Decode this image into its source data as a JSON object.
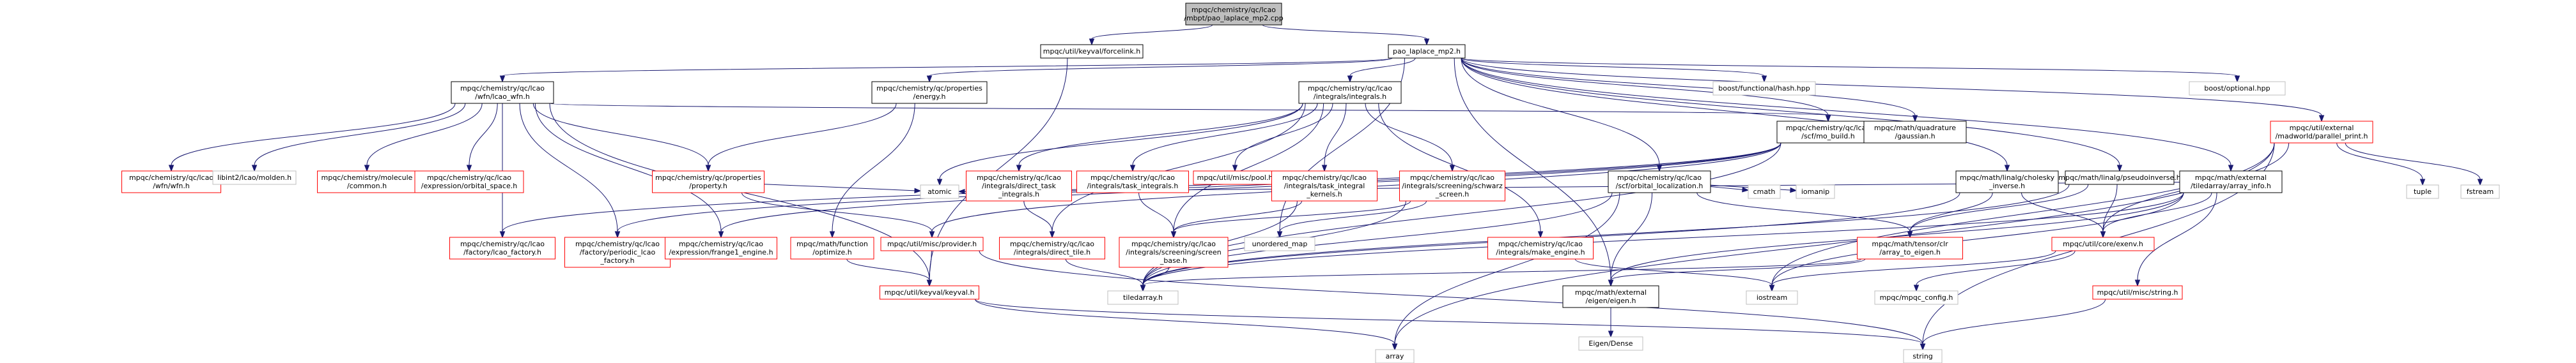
{
  "diagram": {
    "type": "include-dependency-graph",
    "colors": {
      "edge": "#191970",
      "normal_border": "#000000",
      "missing_border": "#ff0000",
      "external_border": "#bfbfbf",
      "external_text": "#404040",
      "root_fill": "#bfbfbf"
    },
    "nodes": [
      {
        "id": "root",
        "kind": "root",
        "lines": [
          "mpqc/chemistry/qc/lcao",
          "/mbpt/pao_laplace_mp2.cpp"
        ]
      },
      {
        "id": "forcelink",
        "kind": "normal",
        "lines": [
          "mpqc/util/keyval/forcelink.h"
        ]
      },
      {
        "id": "pao_h",
        "kind": "normal",
        "lines": [
          "pao_laplace_mp2.h"
        ]
      },
      {
        "id": "wfn_wfn",
        "kind": "normal",
        "lines": [
          "mpqc/chemistry/qc/lcao",
          "/wfn/lcao_wfn.h"
        ]
      },
      {
        "id": "prop_energy",
        "kind": "normal",
        "lines": [
          "mpqc/chemistry/qc/properties",
          "/energy.h"
        ]
      },
      {
        "id": "integrals",
        "kind": "normal",
        "lines": [
          "mpqc/chemistry/qc/lcao",
          "/integrals/integrals.h"
        ]
      },
      {
        "id": "scf_mo_build",
        "kind": "normal",
        "lines": [
          "mpqc/chemistry/qc/lcao",
          "/scf/mo_build.h"
        ]
      },
      {
        "id": "orbital_loc",
        "kind": "normal",
        "lines": [
          "mpqc/chemistry/qc/lcao",
          "/scf/orbital_localization.h"
        ]
      },
      {
        "id": "quadrature",
        "kind": "normal",
        "lines": [
          "mpqc/math/quadrature",
          "/gaussian.h"
        ]
      },
      {
        "id": "boost_hash",
        "kind": "external",
        "lines": [
          "boost/functional/hash.hpp"
        ]
      },
      {
        "id": "boost_optional",
        "kind": "external",
        "lines": [
          "boost/optional.hpp"
        ]
      },
      {
        "id": "cholesky",
        "kind": "normal",
        "lines": [
          "mpqc/math/linalg/cholesky",
          "_inverse.h"
        ]
      },
      {
        "id": "pseudoinverse",
        "kind": "normal",
        "lines": [
          "mpqc/math/linalg/pseudoinverse.h"
        ]
      },
      {
        "id": "array_info",
        "kind": "normal",
        "lines": [
          "mpqc/math/external",
          "/tiledarray/array_info.h"
        ]
      },
      {
        "id": "parallel_print",
        "kind": "missing",
        "lines": [
          "mpqc/util/external",
          "/madworld/parallel_print.h"
        ]
      },
      {
        "id": "wfn_wfn_h",
        "kind": "missing",
        "lines": [
          "mpqc/chemistry/qc/lcao",
          "/wfn/wfn.h"
        ]
      },
      {
        "id": "libint_molden",
        "kind": "external",
        "lines": [
          "libint2/lcao/molden.h"
        ]
      },
      {
        "id": "molecule_common",
        "kind": "missing",
        "lines": [
          "mpqc/chemistry/molecule",
          "/common.h"
        ]
      },
      {
        "id": "orbital_space",
        "kind": "missing",
        "lines": [
          "mpqc/chemistry/qc/lcao",
          "/expression/orbital_space.h"
        ]
      },
      {
        "id": "prop_property",
        "kind": "missing",
        "lines": [
          "mpqc/chemistry/qc/properties",
          "/property.h"
        ]
      },
      {
        "id": "math_function_opt",
        "kind": "missing",
        "lines": [
          "mpqc/math/function",
          "/optimize.h"
        ]
      },
      {
        "id": "direct_task",
        "kind": "missing",
        "lines": [
          "mpqc/chemistry/qc/lcao",
          "/integrals/direct_task",
          "_integrals.h"
        ]
      },
      {
        "id": "task_integrals",
        "kind": "missing",
        "lines": [
          "mpqc/chemistry/qc/lcao",
          "/integrals/task_integrals.h"
        ]
      },
      {
        "id": "pool",
        "kind": "missing",
        "lines": [
          "mpqc/util/misc/pool.h"
        ]
      },
      {
        "id": "task_integral_kernels",
        "kind": "missing",
        "lines": [
          "mpqc/chemistry/qc/lcao",
          "/integrals/task_integral",
          "_kernels.h"
        ]
      },
      {
        "id": "schwarz",
        "kind": "missing",
        "lines": [
          "mpqc/chemistry/qc/lcao",
          "/integrals/screening/schwarz",
          "_screen.h"
        ]
      },
      {
        "id": "make_engine",
        "kind": "missing",
        "lines": [
          "mpqc/chemistry/qc/lcao",
          "/integrals/make_engine.h"
        ]
      },
      {
        "id": "cmath",
        "kind": "external",
        "lines": [
          "cmath"
        ]
      },
      {
        "id": "iomanip",
        "kind": "external",
        "lines": [
          "iomanip"
        ]
      },
      {
        "id": "eigen_conv",
        "kind": "missing",
        "lines": [
          "mpqc/math/tensor/clr",
          "/array_to_eigen.h"
        ]
      },
      {
        "id": "core_exenv",
        "kind": "missing",
        "lines": [
          "mpqc/util/core/exenv.h"
        ]
      },
      {
        "id": "tuple",
        "kind": "external",
        "lines": [
          "tuple"
        ]
      },
      {
        "id": "fstream",
        "kind": "external",
        "lines": [
          "fstream"
        ]
      },
      {
        "id": "wfn_factory",
        "kind": "missing",
        "lines": [
          "mpqc/chemistry/qc/lcao",
          "/factory/lcao_factory.h"
        ]
      },
      {
        "id": "periodic_factory",
        "kind": "missing",
        "lines": [
          "mpqc/chemistry/qc/lcao",
          "/factory/periodic_lcao",
          "_factory.h"
        ]
      },
      {
        "id": "frange_engine",
        "kind": "missing",
        "lines": [
          "mpqc/chemistry/qc/lcao",
          "/expression/frange1_engine.h"
        ]
      },
      {
        "id": "misc_provider",
        "kind": "missing",
        "lines": [
          "mpqc/util/misc/provider.h"
        ]
      },
      {
        "id": "atomic",
        "kind": "external",
        "lines": [
          "atomic"
        ]
      },
      {
        "id": "direct_tile",
        "kind": "missing",
        "lines": [
          "mpqc/chemistry/qc/lcao",
          "/integrals/direct_tile.h"
        ]
      },
      {
        "id": "screen_base",
        "kind": "missing",
        "lines": [
          "mpqc/chemistry/qc/lcao",
          "/integrals/screening/screen",
          "_base.h"
        ]
      },
      {
        "id": "unordered_map",
        "kind": "external",
        "lines": [
          "unordered_map"
        ]
      },
      {
        "id": "keyval",
        "kind": "missing",
        "lines": [
          "mpqc/util/keyval/keyval.h"
        ]
      },
      {
        "id": "tiledarray",
        "kind": "external",
        "lines": [
          "tiledarray.h"
        ]
      },
      {
        "id": "eigen_h",
        "kind": "normal",
        "lines": [
          "mpqc/math/external",
          "/eigen/eigen.h"
        ]
      },
      {
        "id": "iostream",
        "kind": "external",
        "lines": [
          "iostream"
        ]
      },
      {
        "id": "mpqc_config",
        "kind": "external",
        "lines": [
          "mpqc/mpqc_config.h"
        ]
      },
      {
        "id": "misc_string",
        "kind": "missing",
        "lines": [
          "mpqc/util/misc/string.h"
        ]
      },
      {
        "id": "array",
        "kind": "external",
        "lines": [
          "array"
        ]
      },
      {
        "id": "eigen_dense",
        "kind": "external",
        "lines": [
          "Eigen/Dense"
        ]
      },
      {
        "id": "string",
        "kind": "external",
        "lines": [
          "string"
        ]
      }
    ],
    "edges": [
      [
        "root",
        "forcelink"
      ],
      [
        "root",
        "pao_h"
      ],
      [
        "forcelink",
        "keyval"
      ],
      [
        "pao_h",
        "wfn_wfn"
      ],
      [
        "pao_h",
        "prop_energy"
      ],
      [
        "pao_h",
        "integrals"
      ],
      [
        "pao_h",
        "scf_mo_build"
      ],
      [
        "pao_h",
        "orbital_loc"
      ],
      [
        "pao_h",
        "quadrature"
      ],
      [
        "pao_h",
        "boost_hash"
      ],
      [
        "pao_h",
        "boost_optional"
      ],
      [
        "pao_h",
        "cholesky"
      ],
      [
        "pao_h",
        "pseudoinverse"
      ],
      [
        "pao_h",
        "array_info"
      ],
      [
        "pao_h",
        "parallel_print"
      ],
      [
        "pao_h",
        "eigen_h"
      ],
      [
        "pao_h",
        "unordered_map"
      ],
      [
        "wfn_wfn",
        "wfn_wfn_h"
      ],
      [
        "wfn_wfn",
        "libint_molden"
      ],
      [
        "wfn_wfn",
        "molecule_common"
      ],
      [
        "wfn_wfn",
        "orbital_space"
      ],
      [
        "wfn_wfn",
        "scf_mo_build"
      ],
      [
        "wfn_wfn",
        "prop_property"
      ],
      [
        "wfn_wfn",
        "wfn_factory"
      ],
      [
        "wfn_wfn",
        "periodic_factory"
      ],
      [
        "wfn_wfn",
        "frange_engine"
      ],
      [
        "wfn_wfn",
        "keyval"
      ],
      [
        "prop_energy",
        "prop_property"
      ],
      [
        "prop_energy",
        "math_function_opt"
      ],
      [
        "prop_property",
        "misc_provider"
      ],
      [
        "prop_property",
        "atomic"
      ],
      [
        "math_function_opt",
        "keyval"
      ],
      [
        "integrals",
        "direct_task"
      ],
      [
        "integrals",
        "task_integrals"
      ],
      [
        "integrals",
        "pool"
      ],
      [
        "integrals",
        "task_integral_kernels"
      ],
      [
        "integrals",
        "schwarz"
      ],
      [
        "integrals",
        "make_engine"
      ],
      [
        "integrals",
        "direct_tile"
      ],
      [
        "integrals",
        "screen_base"
      ],
      [
        "integrals",
        "atomic"
      ],
      [
        "direct_task",
        "direct_tile"
      ],
      [
        "task_integrals",
        "screen_base"
      ],
      [
        "task_integral_kernels",
        "screen_base"
      ],
      [
        "task_integral_kernels",
        "tiledarray"
      ],
      [
        "schwarz",
        "screen_base"
      ],
      [
        "schwarz",
        "unordered_map"
      ],
      [
        "schwarz",
        "tiledarray"
      ],
      [
        "make_engine",
        "iostream"
      ],
      [
        "scf_mo_build",
        "wfn_factory"
      ],
      [
        "scf_mo_build",
        "periodic_factory"
      ],
      [
        "scf_mo_build",
        "frange_engine"
      ],
      [
        "scf_mo_build",
        "misc_provider"
      ],
      [
        "scf_mo_build",
        "tiledarray"
      ],
      [
        "misc_provider",
        "keyval"
      ],
      [
        "misc_provider",
        "string"
      ],
      [
        "orbital_loc",
        "cmath"
      ],
      [
        "orbital_loc",
        "iomanip"
      ],
      [
        "orbital_loc",
        "eigen_conv"
      ],
      [
        "orbital_loc",
        "tiledarray"
      ],
      [
        "orbital_loc",
        "eigen_h"
      ],
      [
        "orbital_loc",
        "array"
      ],
      [
        "cholesky",
        "eigen_conv"
      ],
      [
        "cholesky",
        "tiledarray"
      ],
      [
        "cholesky",
        "core_exenv"
      ],
      [
        "pseudoinverse",
        "eigen_conv"
      ],
      [
        "pseudoinverse",
        "tiledarray"
      ],
      [
        "pseudoinverse",
        "core_exenv"
      ],
      [
        "eigen_conv",
        "tiledarray"
      ],
      [
        "eigen_conv",
        "eigen_h"
      ],
      [
        "array_info",
        "core_exenv"
      ],
      [
        "array_info",
        "tiledarray"
      ],
      [
        "array_info",
        "eigen_h"
      ],
      [
        "array_info",
        "atomic"
      ],
      [
        "array_info",
        "misc_string"
      ],
      [
        "array_info",
        "iostream"
      ],
      [
        "parallel_print",
        "core_exenv"
      ],
      [
        "parallel_print",
        "tuple"
      ],
      [
        "parallel_print",
        "fstream"
      ],
      [
        "parallel_print",
        "iostream"
      ],
      [
        "parallel_print",
        "string"
      ],
      [
        "parallel_print",
        "array"
      ],
      [
        "core_exenv",
        "mpqc_config"
      ],
      [
        "core_exenv",
        "iostream"
      ],
      [
        "direct_tile",
        "tiledarray"
      ],
      [
        "screen_base",
        "tiledarray"
      ],
      [
        "keyval",
        "array"
      ],
      [
        "keyval",
        "string"
      ],
      [
        "eigen_h",
        "eigen_dense"
      ],
      [
        "misc_string",
        "string"
      ]
    ]
  }
}
